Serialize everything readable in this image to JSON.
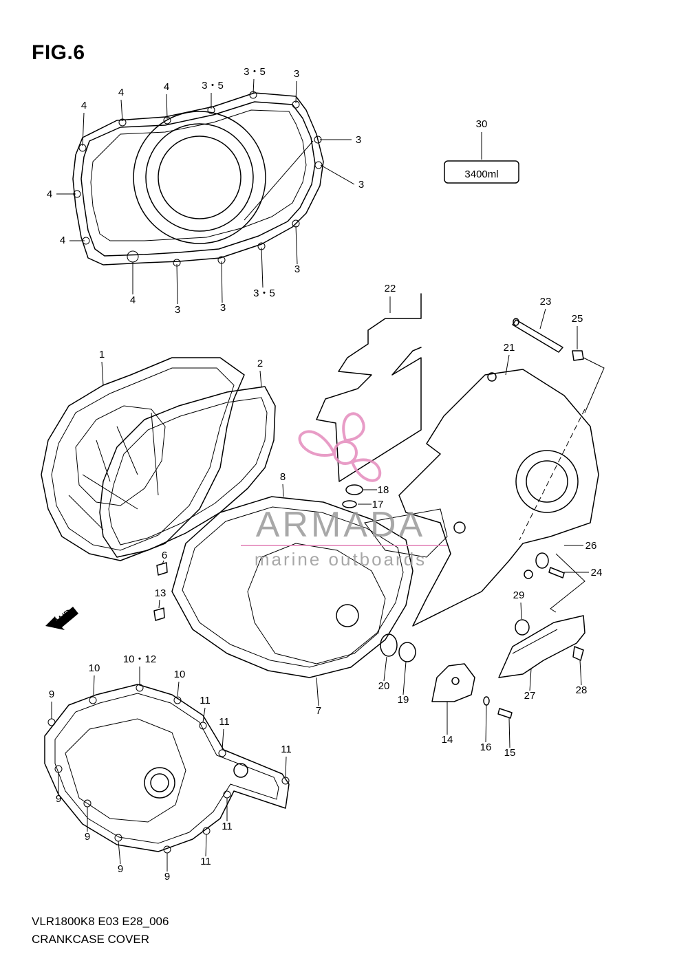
{
  "figure": {
    "title": "FIG.6",
    "model_code": "VLR1800K8 E03 E28_006",
    "section_name": "CRANKCASE COVER"
  },
  "watermark": {
    "brand": "ARMADA",
    "tagline": "marine outboards",
    "brand_color": "#999999",
    "logo_color": "#e48bbd"
  },
  "sealant_label": "3400ml",
  "fwd_label": "FWD",
  "callouts": {
    "top_gasket": [
      "4",
      "4",
      "4",
      "3・5",
      "3・5",
      "3",
      "3",
      "3",
      "4",
      "4",
      "3",
      "4",
      "3",
      "3",
      "3・5"
    ],
    "main": [
      "30",
      "22",
      "23",
      "25",
      "21",
      "1",
      "2",
      "8",
      "18",
      "17",
      "26",
      "24",
      "6",
      "13",
      "29",
      "10",
      "10・12",
      "10",
      "9",
      "11",
      "11",
      "11",
      "20",
      "19",
      "7",
      "27",
      "28",
      "14",
      "16",
      "15",
      "9",
      "9",
      "11",
      "9",
      "9",
      "11"
    ]
  }
}
